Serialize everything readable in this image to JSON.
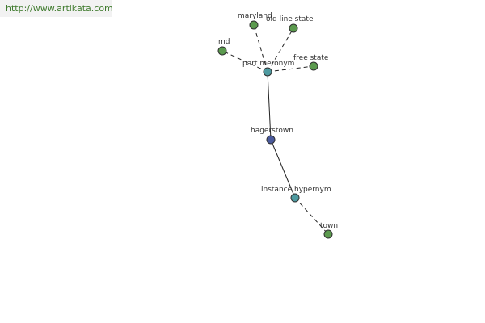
{
  "banner": {
    "url": "http://www.artikata.com"
  },
  "colors": {
    "word": "#5b9a4e",
    "relation": "#4e9aa0",
    "center": "#4a5a9c",
    "stroke": "#2f2f2f",
    "edge": "#222222"
  },
  "graph": {
    "nodes": [
      {
        "id": "maryland",
        "label": "maryland",
        "kind": "word"
      },
      {
        "id": "old-line-state",
        "label": "old line state",
        "kind": "word"
      },
      {
        "id": "md",
        "label": "md",
        "kind": "word"
      },
      {
        "id": "free-state",
        "label": "free state",
        "kind": "word"
      },
      {
        "id": "part-meronym",
        "label": "part meronym",
        "kind": "relation"
      },
      {
        "id": "hagerstown",
        "label": "hagerstown",
        "kind": "center"
      },
      {
        "id": "instance-hypernym",
        "label": "instance hypernym",
        "kind": "relation"
      },
      {
        "id": "town",
        "label": "town",
        "kind": "word"
      }
    ],
    "edges": [
      {
        "from": "part-meronym",
        "to": "maryland",
        "style": "dashed"
      },
      {
        "from": "part-meronym",
        "to": "old-line-state",
        "style": "dashed"
      },
      {
        "from": "part-meronym",
        "to": "md",
        "style": "dashed"
      },
      {
        "from": "part-meronym",
        "to": "free-state",
        "style": "dashed"
      },
      {
        "from": "hagerstown",
        "to": "part-meronym",
        "style": "solid"
      },
      {
        "from": "hagerstown",
        "to": "instance-hypernym",
        "style": "solid"
      },
      {
        "from": "instance-hypernym",
        "to": "town",
        "style": "dashed"
      }
    ]
  }
}
